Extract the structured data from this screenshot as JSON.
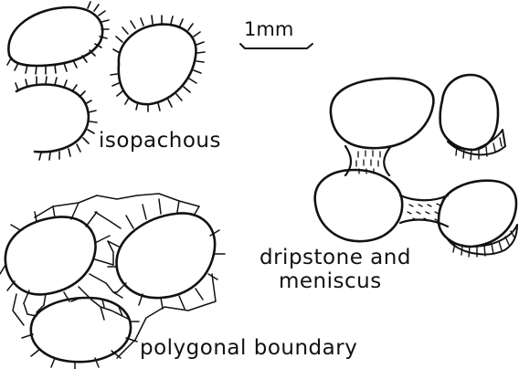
{
  "labels": {
    "scale": "1mm",
    "isopachous": "isopachous",
    "dripstone_line1": "dripstone and",
    "dripstone_line2": "meniscus",
    "polygonal": "polygonal boundary"
  }
}
